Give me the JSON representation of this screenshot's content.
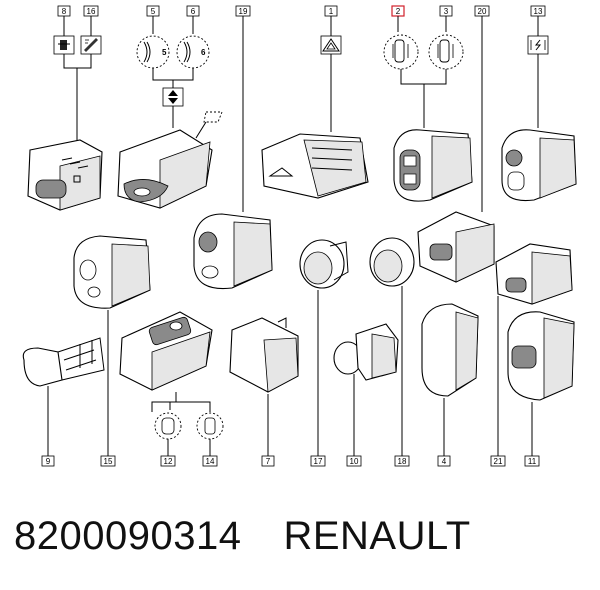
{
  "parts_diagram": {
    "top_callouts": [
      "8",
      "16",
      "5",
      "6",
      "19",
      "1",
      "2",
      "3",
      "20",
      "13"
    ],
    "bottom_callouts": [
      "9",
      "15",
      "12",
      "14",
      "7",
      "17",
      "10",
      "18",
      "4",
      "21",
      "11"
    ],
    "icon_numbers": {
      "left_switch": "5",
      "right_switch": "6"
    },
    "highlighted_callout": "2",
    "highlight_color": "#d0202a"
  },
  "footer": {
    "part_number": "8200090314",
    "brand": "RENAULT"
  }
}
